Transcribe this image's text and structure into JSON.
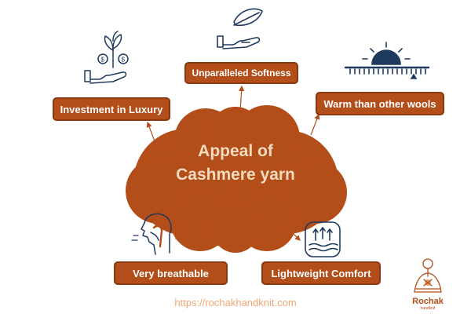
{
  "center": {
    "line1": "Appeal of",
    "line2": "Cashmere yarn"
  },
  "nodes": {
    "softness": "Unparalleled Softness",
    "investment": "Investment in Luxury",
    "warm": "Warm than other wools",
    "breathable": "Very breathable",
    "lightweight": "Lightweight Comfort"
  },
  "icons": {
    "softness": "hand-feather-icon",
    "investment": "hand-money-plant-icon",
    "warm": "sun-thermometer-icon",
    "breathable": "human-respiratory-icon",
    "lightweight": "air-waves-icon"
  },
  "footer": {
    "url": "https://rochakhandknit.com"
  },
  "logo": {
    "name": "Rochak",
    "tagline": "handknit"
  },
  "colors": {
    "primary": "#b34d1a",
    "icon_navy": "#1f3a5f",
    "center_text": "#f6dcbf",
    "footer_text": "#f0a774"
  }
}
